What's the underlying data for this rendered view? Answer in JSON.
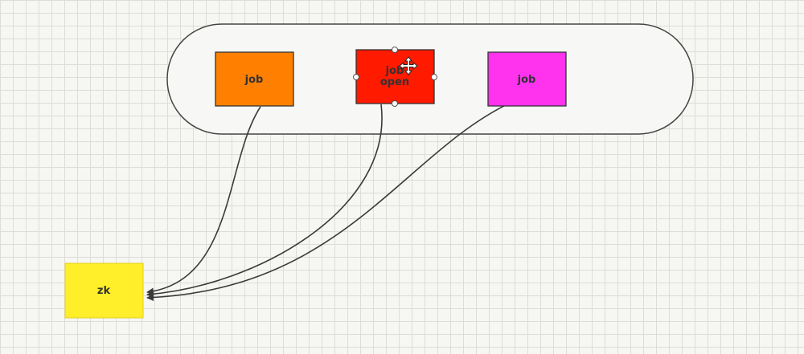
{
  "diagram": {
    "nodes": [
      {
        "id": "job1",
        "label": "job",
        "color": "#ff7f00"
      },
      {
        "id": "job2",
        "label": "job",
        "sub_label": "open",
        "color": "#ff1a00",
        "selected": true
      },
      {
        "id": "job3",
        "label": "job",
        "color": "#ff33ee"
      },
      {
        "id": "zk",
        "label": "zk",
        "color": "#ffee2a"
      }
    ],
    "edges": [
      {
        "from": "job1",
        "to": "zk"
      },
      {
        "from": "job2",
        "to": "zk"
      },
      {
        "from": "job3",
        "to": "zk"
      }
    ],
    "colors": {
      "container_fill": "#f7f7f5",
      "container_stroke": "#444444",
      "edge_stroke": "#3a3a3a",
      "node_stroke": "#333333",
      "label_text": "#333333",
      "handle_fill": "#ffffff"
    },
    "icons": {
      "move_cursor": "move-cursor-icon",
      "resize_handle": "resize-handle-icon"
    }
  }
}
